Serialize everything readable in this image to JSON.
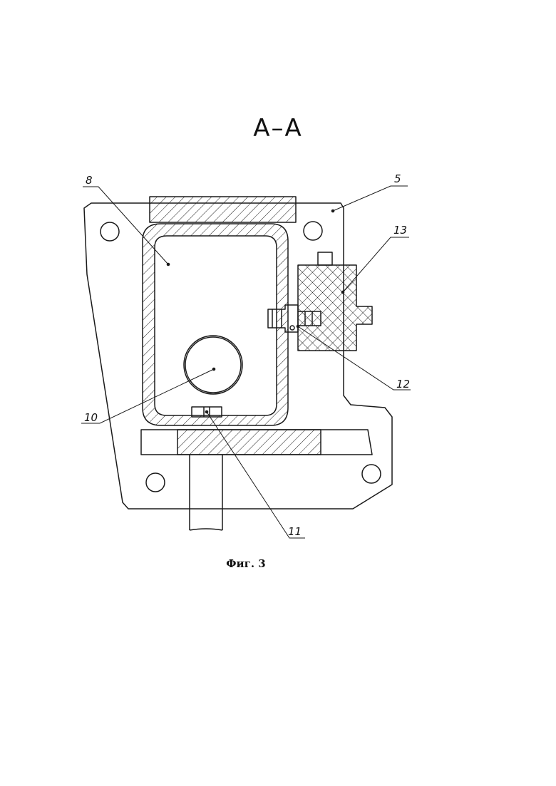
{
  "section_title": "А–А",
  "figure_caption": "Фиг. 3",
  "callouts": {
    "c5": "5",
    "c8": "8",
    "c10": "10",
    "c11": "11",
    "c12": "12",
    "c13": "13"
  },
  "colors": {
    "line": "#1a1a1a",
    "background": "#ffffff"
  }
}
